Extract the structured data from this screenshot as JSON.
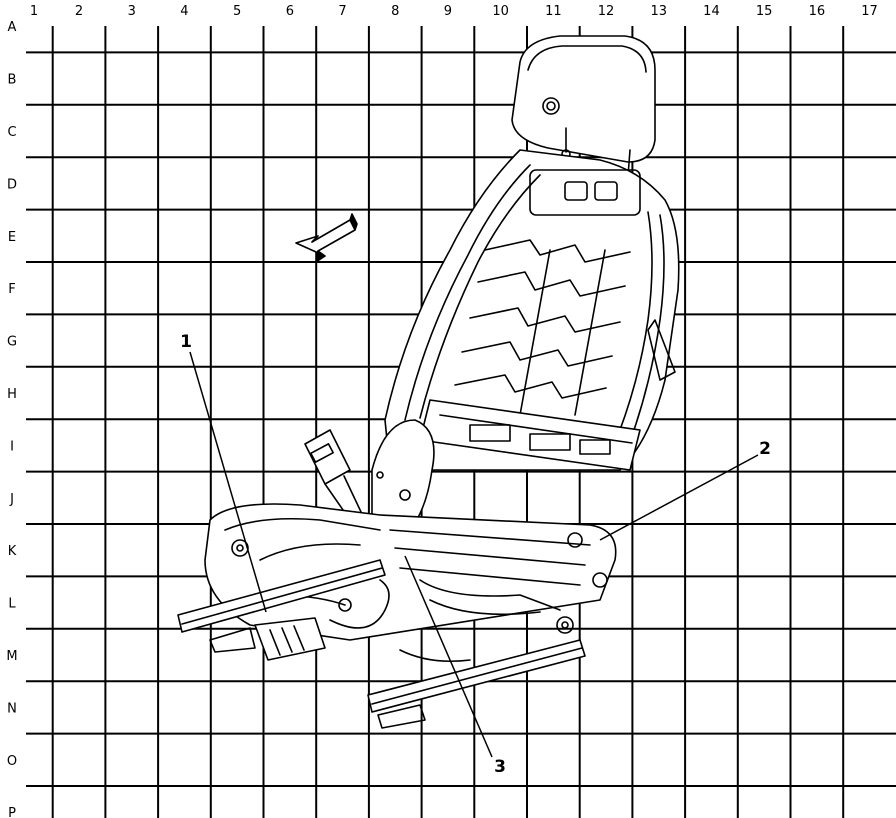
{
  "grid": {
    "columns": [
      "1",
      "2",
      "3",
      "4",
      "5",
      "6",
      "7",
      "8",
      "9",
      "10",
      "11",
      "12",
      "13",
      "14",
      "15",
      "16",
      "17"
    ],
    "rows": [
      "A",
      "B",
      "C",
      "D",
      "E",
      "F",
      "G",
      "H",
      "I",
      "J",
      "K",
      "L",
      "M",
      "N",
      "O",
      "P"
    ]
  },
  "callouts": [
    {
      "number": "1"
    },
    {
      "number": "2"
    },
    {
      "number": "3"
    }
  ]
}
